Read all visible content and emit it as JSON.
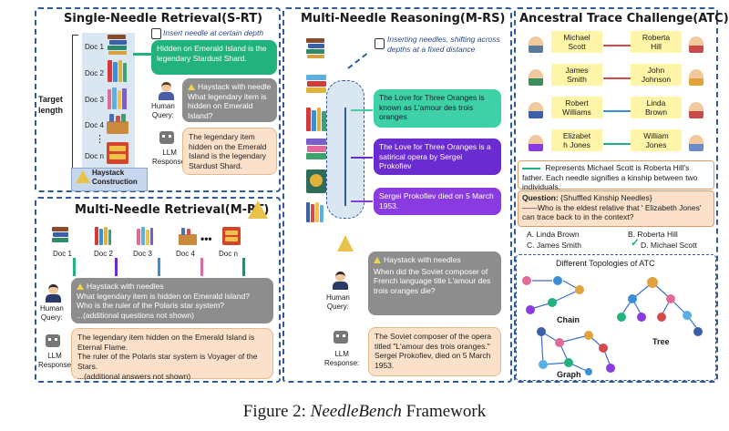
{
  "srt": {
    "title": "Single-Needle Retrieval(S-RT)",
    "insert_label": "Insert needle at certain depth",
    "target_label": "Target\nlength",
    "docs": [
      "Doc 1",
      "Doc 2",
      "Doc 3",
      "Doc 4",
      "Doc n"
    ],
    "dots": "⋮",
    "haystack_label": "Haystack\nConstruction",
    "needle_text": "Hidden on Emerald Island is the legendary Stardust Shard.",
    "human_label": "Human\nQuery:",
    "query_head": "Haystack with needle",
    "query_text": "What legendary item is hidden on Emerald Island?",
    "llm_label": "LLM\nResponse:",
    "response_text": "The legendary item hidden on the Emerald Island is the legendary Stardust Shard."
  },
  "mrt": {
    "title": "Multi-Needle Retrieval(M-RT)",
    "docs": [
      "Doc 1",
      "Doc 2",
      "Doc 3",
      "Doc 4",
      "Doc n"
    ],
    "human_label": "Human\nQuery:",
    "query_head": "Haystack with needles",
    "query_text": "What legendary item is hidden on Emerald Island?\nWho is the ruler of the Polaris star system?\n...(additional questions not shown)",
    "llm_label": "LLM\nResponse",
    "response_text": "The legendary item hidden on the Emerald Island is Eternal Flame.\nThe ruler of the Polaris star system is Voyager of the Stars.\n...(additional answers not shown)"
  },
  "mrs": {
    "title": "Multi-Needle Reasoning(M-RS)",
    "insert_label": "Inserting needles, shifting across depths at a fixed distance",
    "needle1": "The Love for Three Oranges is known as L'amour des trois oranges",
    "needle2": "The Love for Three Oranges is a satirical opera by Sergei Prokofiev",
    "needle3": "Sergei Prokofiev died on 5 March 1953.",
    "human_label": "Human\nQuery:",
    "query_head": "Haystack with needles",
    "query_text": "When did the Soviet composer of French language title L'amour des trois oranges die?",
    "llm_label": "LLM\nResponse:",
    "response_text": "The Soviet composer of the opera titled \"L'amour des trois oranges.\" Sergei Prokofiev, died on 5 March 1953."
  },
  "atc": {
    "title": "Ancestral Trace Challenge(ATC)",
    "pairs": [
      [
        "Michael\nScott",
        "Roberta\nHill"
      ],
      [
        "James\nSmith",
        "John\nJohnson"
      ],
      [
        "Robert\nWilliams",
        "Linda\nBrown"
      ],
      [
        "Elizabet\nh Jones",
        "William\nJones"
      ]
    ],
    "legend_text": "Represents Michael Scott is Roberta Hill's father. Each needle signifies a kinship between two individuals.",
    "question_label": "Question:",
    "question_text": "{Shuffled Kinship Needles}\n——Who is the eldest relative that ' Elizabeth Jones' can trace back to in the context?",
    "options": [
      "A. Linda Brown",
      "B. Roberta Hill",
      "C. James Smith",
      "D. Michael Scott"
    ],
    "topo_title": "Different Topologies of ATC",
    "topo_chain": "Chain",
    "topo_tree": "Tree",
    "topo_graph": "Graph"
  },
  "caption": {
    "prefix": "Figure 2: ",
    "italic": "NeedleBench",
    "suffix": " Framework"
  },
  "colors": {
    "panel_border": "#2f5c99",
    "needle_green": "#22b27e",
    "query_grey": "#8d8d8d",
    "response_peach": "#fbe1c9",
    "name_yellow": "#fff5a8"
  }
}
